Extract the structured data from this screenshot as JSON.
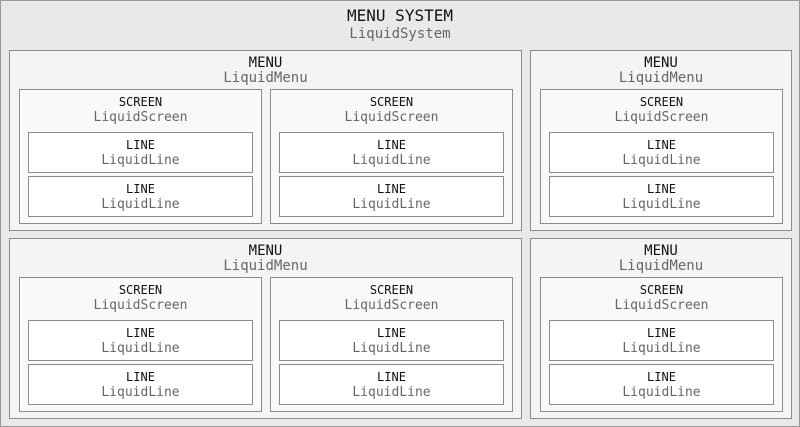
{
  "system": {
    "title": "MENU SYSTEM",
    "subtitle": "LiquidSystem"
  },
  "menu": {
    "title": "MENU",
    "subtitle": "LiquidMenu"
  },
  "screen": {
    "title": "SCREEN",
    "subtitle": "LiquidScreen"
  },
  "line": {
    "title": "LINE",
    "subtitle": "LiquidLine"
  },
  "colors": {
    "system_bg": "#e9e9e9",
    "menu_bg": "#f4f4f4",
    "screen_bg": "#f9f9f9",
    "line_bg": "#ffffff",
    "border": "#8c8c8c",
    "title_text": "#111111",
    "subtitle_text": "#666666"
  }
}
